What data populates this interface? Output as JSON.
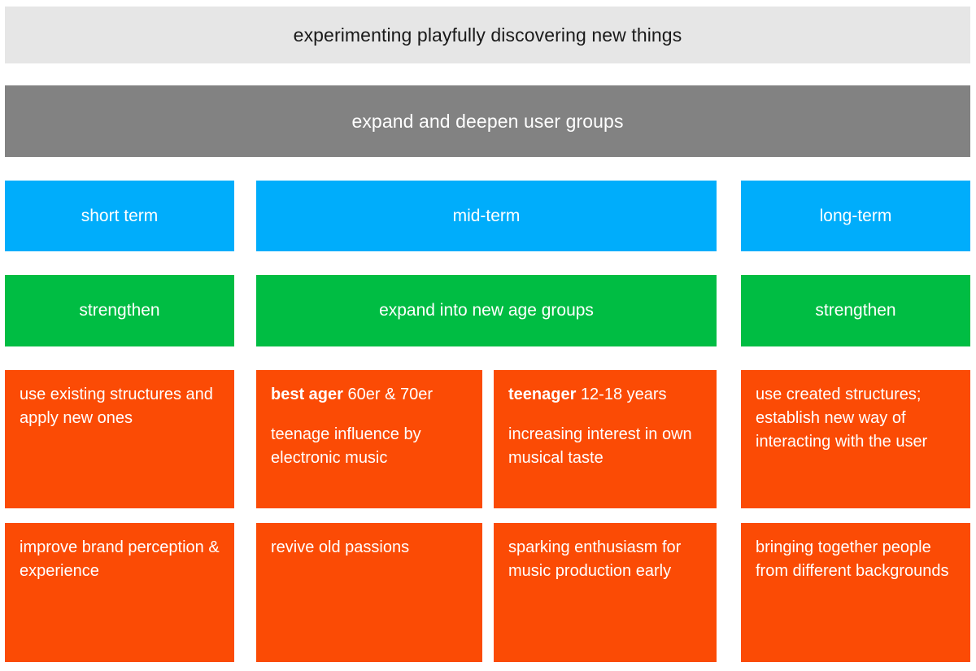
{
  "colors": {
    "vision_band_bg": "#e6e6e6",
    "vision_band_text": "#1a1a1a",
    "goal_band_bg": "#828282",
    "horizon_bg": "#00adfb",
    "action_bg": "#00bd43",
    "detail_bg": "#fb4b05",
    "text_on_color": "#ffffff",
    "page_bg": "#ffffff"
  },
  "vision_band": {
    "label": "experimenting playfully discovering new things"
  },
  "goal_band": {
    "label": "expand and deepen user groups"
  },
  "horizons": {
    "short": "short term",
    "mid": "mid-term",
    "long": "long-term"
  },
  "actions": {
    "left": "strengthen",
    "middle": "expand into new age groups",
    "right": "strengthen"
  },
  "details_row1": {
    "col_a": {
      "line1": "use existing structures and apply new ones"
    },
    "col_b": {
      "heading_bold": "best ager",
      "heading_rest": " 60er & 70er",
      "body": "teenage influence by electronic music"
    },
    "col_c": {
      "heading_bold": "teenager",
      "heading_rest": " 12-18 years",
      "body": "increasing interest in own musical taste"
    },
    "col_d": {
      "line1": "use created structures; establish new way of interacting with the user"
    }
  },
  "details_row2": {
    "col_a": "improve brand perception & experience",
    "col_b": "revive old passions",
    "col_c": "sparking enthusiasm for music production early",
    "col_d": "bringing together people from different backgrounds"
  }
}
